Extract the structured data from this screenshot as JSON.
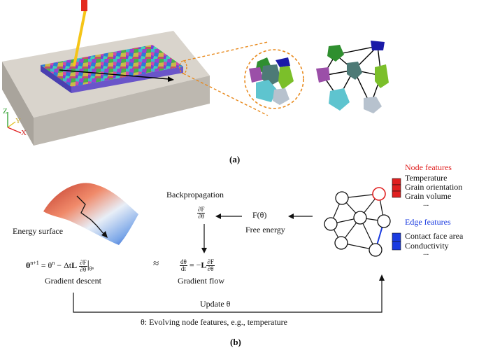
{
  "panel_a": {
    "caption": "(a)",
    "axes": {
      "z": "Z",
      "y": "Y",
      "x": "X"
    }
  },
  "panel_b": {
    "caption": "(b)",
    "energy_surface": "Energy surface",
    "backpropagation": "Backpropagation",
    "dF_num": "∂F",
    "dF_den": "∂θ",
    "free_energy_symbol": "F(θ)",
    "free_energy": "Free energy",
    "gradient_descent_eq_left": "θ",
    "gradient_descent_eq_sup": "n+1",
    "gradient_descent_eq_mid": " = θ",
    "gradient_descent_eq_sup2": "n",
    "gradient_descent_eq_rest": " − Δt",
    "gradient_descent_eq_L": "L",
    "gradient_descent_eval": "θⁿ",
    "approx": "≈",
    "grad_flow_num": "dθ",
    "grad_flow_den": "dt",
    "grad_flow_eq": " = −",
    "gradient_descent": "Gradient descent",
    "gradient_flow": "Gradient flow",
    "update": "Update θ",
    "bottom_note": "θ: Evolving node features, e.g., temperature",
    "node_features": {
      "title": "Node features",
      "items": [
        "Temperature",
        "Grain orientation",
        "Grain volume",
        "..."
      ]
    },
    "edge_features": {
      "title": "Edge features",
      "items": [
        "Contact face area",
        "Conductivity",
        "..."
      ]
    }
  },
  "colors": {
    "node_red": "#e02020",
    "edge_blue": "#1a3be0",
    "leader_orange": "#e8891c",
    "laser_yellow": "#f5c518",
    "laser_red": "#e32b1e"
  }
}
